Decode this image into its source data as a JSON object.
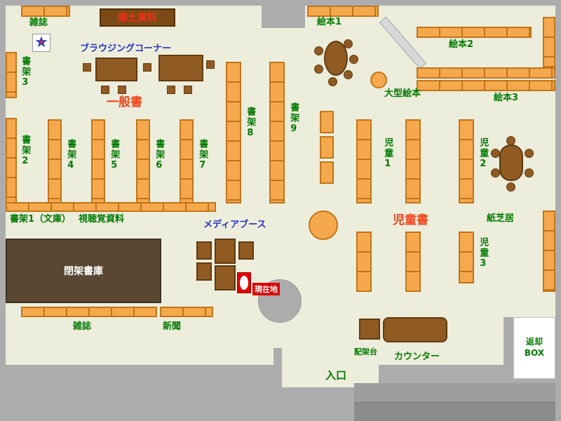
{
  "labels": {
    "magazines_top": "雑誌",
    "local_history": "郷土資料",
    "browsing_corner": "ブラウジングコーナー",
    "shelf3": "書架3",
    "shelf2": "書架2",
    "general_books": "一般書",
    "shelf4": "書架4",
    "shelf5": "書架5",
    "shelf6": "書架6",
    "shelf7": "書架7",
    "shelf8": "書架8",
    "shelf9": "書架9",
    "picture_books_1": "絵本1",
    "picture_books_2": "絵本2",
    "picture_books_3": "絵本3",
    "large_picture_books": "大型絵本",
    "children_1": "児童1",
    "children_2": "児童2",
    "children_3": "児童3",
    "children_books": "児童書",
    "kamishibai": "紙芝居",
    "shelf1_bunko": "書架1（文庫）",
    "av_materials": "視聴覚資料",
    "media_booth": "メディアブース",
    "closed_stacks": "閉架書庫",
    "current_location": "現在地",
    "magazines_bottom": "雑誌",
    "newspaper": "新聞",
    "staging_table": "配架台",
    "counter": "カウンター",
    "return_box_line1": "返却",
    "return_box_line2": "BOX",
    "entrance": "入口"
  },
  "icons": {
    "star": "★"
  },
  "colors": {
    "floor": "#EDEDDC",
    "wall": "#ACACAC",
    "shelf_fill": "#F5A84C",
    "shelf_border": "#C17518",
    "wood_brown": "#8F5B22",
    "closed_stack_brown": "#5A4733",
    "label_green": "#007A00",
    "label_red": "#F2451A",
    "label_blue": "#2233BB",
    "current_location_red": "#DF0000"
  }
}
